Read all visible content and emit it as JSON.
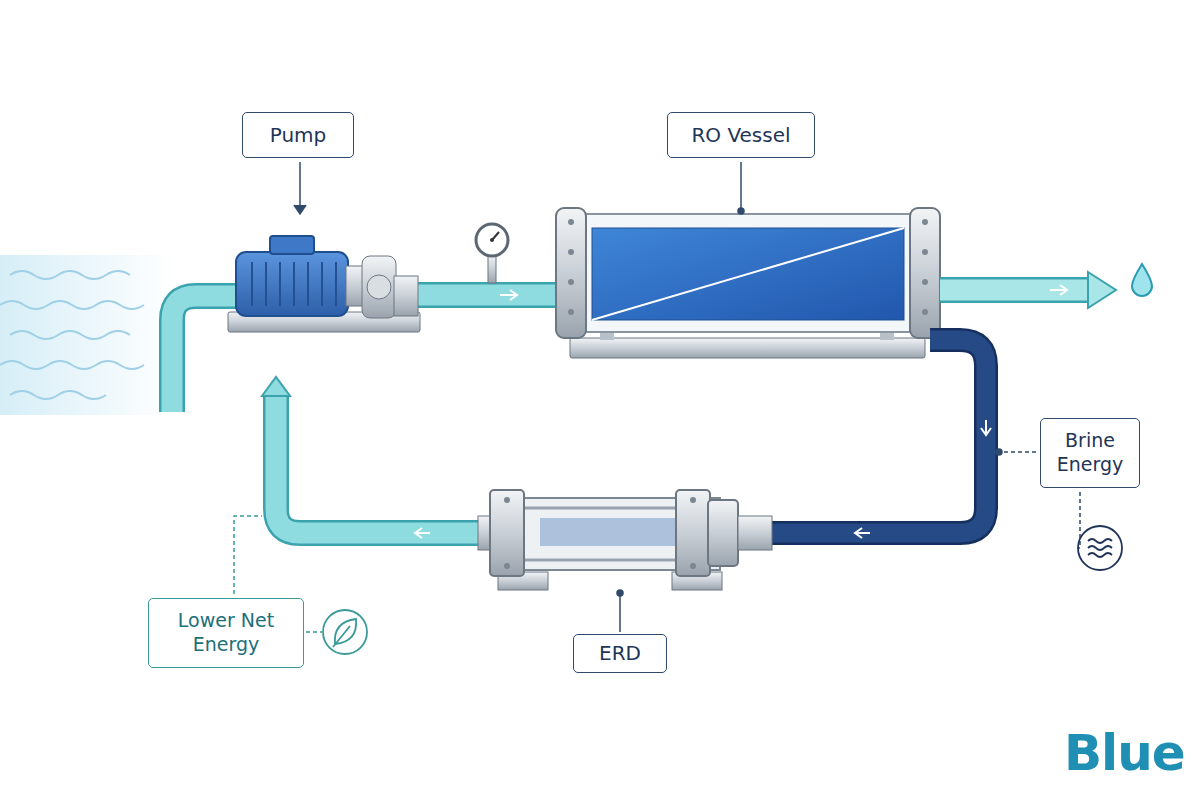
{
  "diagram": {
    "nodes": [
      {
        "text": [
          "Pump"
        ]
      },
      {
        "text": [
          "RO Vessel"
        ]
      },
      {
        "text": [
          "Brine Energy"
        ]
      },
      {
        "text": [
          "Lower Net Energy"
        ]
      },
      {
        "text": [
          "ERD"
        ]
      }
    ],
    "labels": [
      "Blue"
    ]
  }
}
